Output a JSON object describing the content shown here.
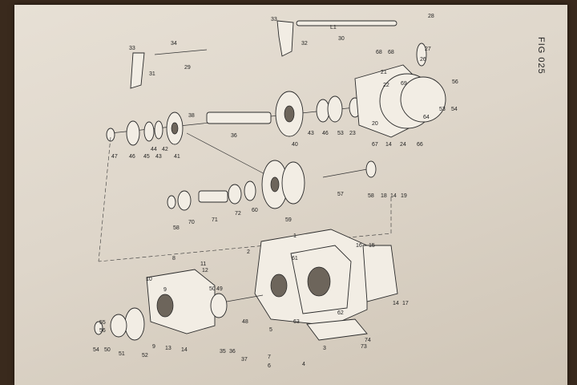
{
  "figure": {
    "label": "FIG  025"
  },
  "callouts": [
    {
      "n": "33"
    },
    {
      "n": "34"
    },
    {
      "n": "29"
    },
    {
      "n": "31"
    },
    {
      "n": "33"
    },
    {
      "n": "32"
    },
    {
      "n": "L1"
    },
    {
      "n": "30"
    },
    {
      "n": "28"
    },
    {
      "n": "27"
    },
    {
      "n": "26"
    },
    {
      "n": "68"
    },
    {
      "n": "68"
    },
    {
      "n": "21"
    },
    {
      "n": "22"
    },
    {
      "n": "69"
    },
    {
      "n": "56"
    },
    {
      "n": "38"
    },
    {
      "n": "36"
    },
    {
      "n": "40"
    },
    {
      "n": "43"
    },
    {
      "n": "46"
    },
    {
      "n": "53"
    },
    {
      "n": "23"
    },
    {
      "n": "20"
    },
    {
      "n": "67"
    },
    {
      "n": "14"
    },
    {
      "n": "24"
    },
    {
      "n": "66"
    },
    {
      "n": "64"
    },
    {
      "n": "53"
    },
    {
      "n": "54"
    },
    {
      "n": "47"
    },
    {
      "n": "46"
    },
    {
      "n": "45"
    },
    {
      "n": "44"
    },
    {
      "n": "43"
    },
    {
      "n": "42"
    },
    {
      "n": "41"
    },
    {
      "n": "57"
    },
    {
      "n": "58"
    },
    {
      "n": "18"
    },
    {
      "n": "14"
    },
    {
      "n": "19"
    },
    {
      "n": "58"
    },
    {
      "n": "70"
    },
    {
      "n": "71"
    },
    {
      "n": "72"
    },
    {
      "n": "60"
    },
    {
      "n": "59"
    },
    {
      "n": "1"
    },
    {
      "n": "2"
    },
    {
      "n": "61"
    },
    {
      "n": "16"
    },
    {
      "n": "15"
    },
    {
      "n": "8"
    },
    {
      "n": "11"
    },
    {
      "n": "12"
    },
    {
      "n": "10"
    },
    {
      "n": "9"
    },
    {
      "n": "50"
    },
    {
      "n": "49"
    },
    {
      "n": "48"
    },
    {
      "n": "63"
    },
    {
      "n": "5"
    },
    {
      "n": "62"
    },
    {
      "n": "14"
    },
    {
      "n": "17"
    },
    {
      "n": "55"
    },
    {
      "n": "56"
    },
    {
      "n": "54"
    },
    {
      "n": "50"
    },
    {
      "n": "51"
    },
    {
      "n": "52"
    },
    {
      "n": "9"
    },
    {
      "n": "13"
    },
    {
      "n": "14"
    },
    {
      "n": "35"
    },
    {
      "n": "36"
    },
    {
      "n": "37"
    },
    {
      "n": "3"
    },
    {
      "n": "74"
    },
    {
      "n": "73"
    },
    {
      "n": "4"
    },
    {
      "n": "7"
    },
    {
      "n": "6"
    }
  ]
}
